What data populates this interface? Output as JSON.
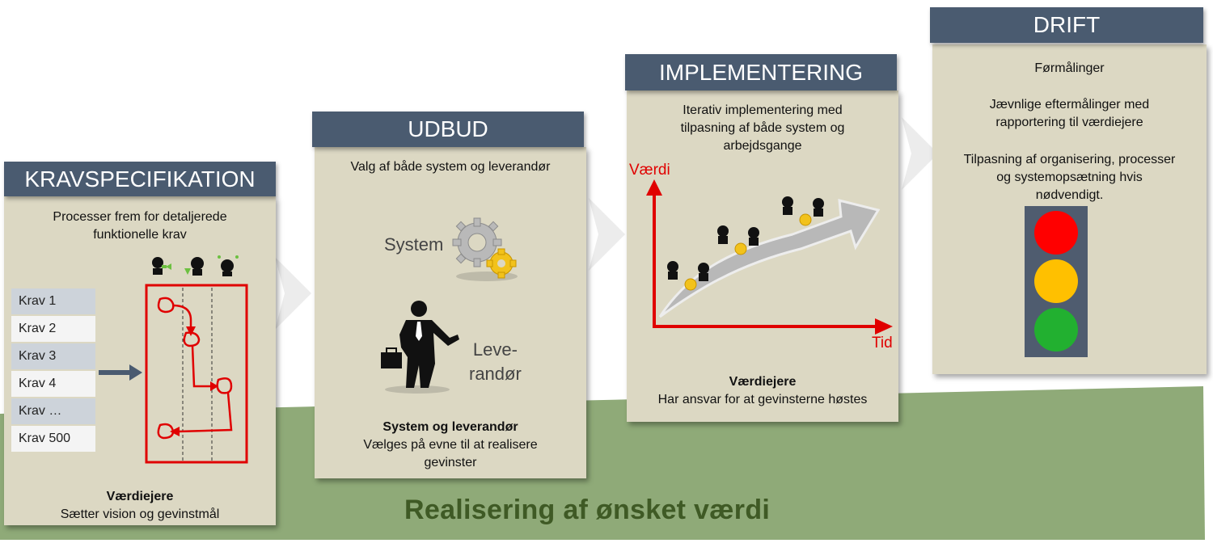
{
  "footer": {
    "title": "Realisering af ønsket værdi"
  },
  "colors": {
    "header_bg": "#4a5b70",
    "panel_bg": "#dcd8c3",
    "ground_green": "#8faa78",
    "title_green": "#3f5a25",
    "accent_red": "#e00000",
    "light_red": "#ff0000",
    "light_yellow": "#ffc000",
    "light_green": "#22b030"
  },
  "phases": {
    "kravspec": {
      "title": "KRAVSPECIFIKATION",
      "intro": [
        "Processer frem for detaljerede",
        "funktionelle krav"
      ],
      "requirements": [
        "Krav 1",
        "Krav 2",
        "Krav 3",
        "Krav 4",
        "Krav …",
        "Krav 500"
      ],
      "owner_title": "Værdiejere",
      "owner_text": "Sætter vision og gevinstmål"
    },
    "udbud": {
      "title": "UDBUD",
      "intro": "Valg af både system og leverandør",
      "system_label": "System",
      "supplier_label": [
        "Leve-",
        "randør"
      ],
      "footer_title": "System og leverandør",
      "footer_text": [
        "Vælges på evne til at realisere",
        "gevinster"
      ]
    },
    "implementering": {
      "title": "IMPLEMENTERING",
      "intro": [
        "Iterativ implementering med",
        "tilpasning af både system og",
        "arbejdsgange"
      ],
      "y_axis_label": "Værdi",
      "x_axis_label": "Tid",
      "owner_title": "Værdiejere",
      "owner_text": "Har ansvar for at gevinsterne høstes"
    },
    "drift": {
      "title": "DRIFT",
      "items": [
        [
          "Førmålinger"
        ],
        [
          "Jævnlige eftermålinger med",
          "rapportering til værdiejere"
        ],
        [
          "Tilpasning af organisering, processer",
          "og systemopsætning hvis",
          "nødvendigt."
        ]
      ]
    }
  }
}
